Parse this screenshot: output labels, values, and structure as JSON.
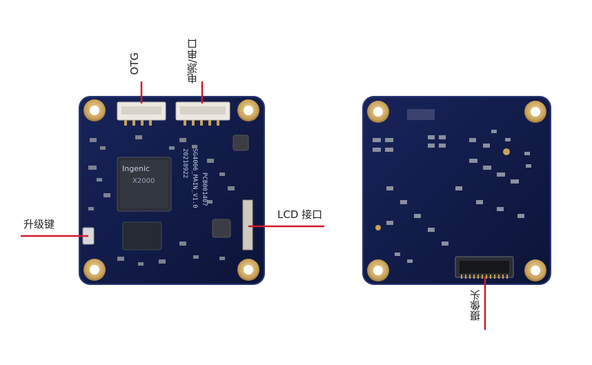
{
  "labels": {
    "otg": "OTG",
    "power_serial": "电源/串口",
    "upgrade_key": "升级键",
    "lcd_port": "LCD 接口",
    "camera": "摄像头"
  },
  "board_marks": {
    "chip_brand": "Ingenic",
    "chip_model": "X2000",
    "board_name": "SG4006_MAIN_V1.0",
    "board_date": "20210922",
    "board_code": "PCB001407"
  },
  "colors": {
    "pcb": "#0f1a44",
    "pcb_edge": "#1b2a63",
    "pad_gold": "#c9a15a",
    "callout_red": "#d3192b",
    "connector_white": "#e9e6df",
    "component_gray": "#7d8390"
  },
  "icons": {
    "callout": "red-line-pointer"
  }
}
